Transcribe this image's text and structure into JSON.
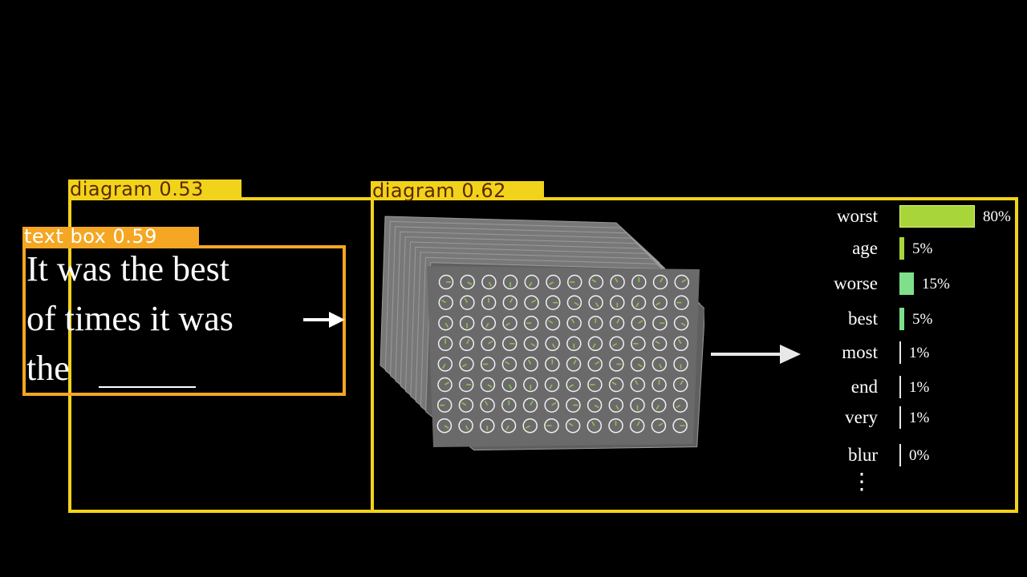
{
  "detections": [
    {
      "label": "diagram",
      "score": "0.53",
      "text": "diagram 0.53",
      "color": "#f2d31b"
    },
    {
      "label": "diagram",
      "score": "0.62",
      "text": "diagram 0.62",
      "color": "#f2d31b"
    },
    {
      "label": "text box",
      "score": "0.59",
      "text": "text box 0.59",
      "color": "#f5a623"
    }
  ],
  "sentence": {
    "line1": "It was the best",
    "line2": "of times it was",
    "line3": "the"
  },
  "network": {
    "rows": 8,
    "cols": 12,
    "layers": 10,
    "dial_color": "#8bc34a"
  },
  "predictions": [
    {
      "word": "worst",
      "pct": "80%",
      "value": 0.8,
      "color": "#a8d63a"
    },
    {
      "word": "age",
      "pct": "5%",
      "value": 0.05,
      "color": "#a8d63a"
    },
    {
      "word": "worse",
      "pct": "15%",
      "value": 0.15,
      "color": "#7ee08a"
    },
    {
      "word": "best",
      "pct": "5%",
      "value": 0.05,
      "color": "#7ee08a"
    },
    {
      "word": "most",
      "pct": "1%",
      "value": 0.01,
      "color": "#e8e8e8"
    },
    {
      "word": "end",
      "pct": "1%",
      "value": 0.01,
      "color": "#e8e8e8"
    },
    {
      "word": "very",
      "pct": "1%",
      "value": 0.01,
      "color": "#e8e8e8"
    },
    {
      "word": "blur",
      "pct": "0%",
      "value": 0.0,
      "color": "#e8e8e8"
    }
  ],
  "ellipsis": "⋮"
}
